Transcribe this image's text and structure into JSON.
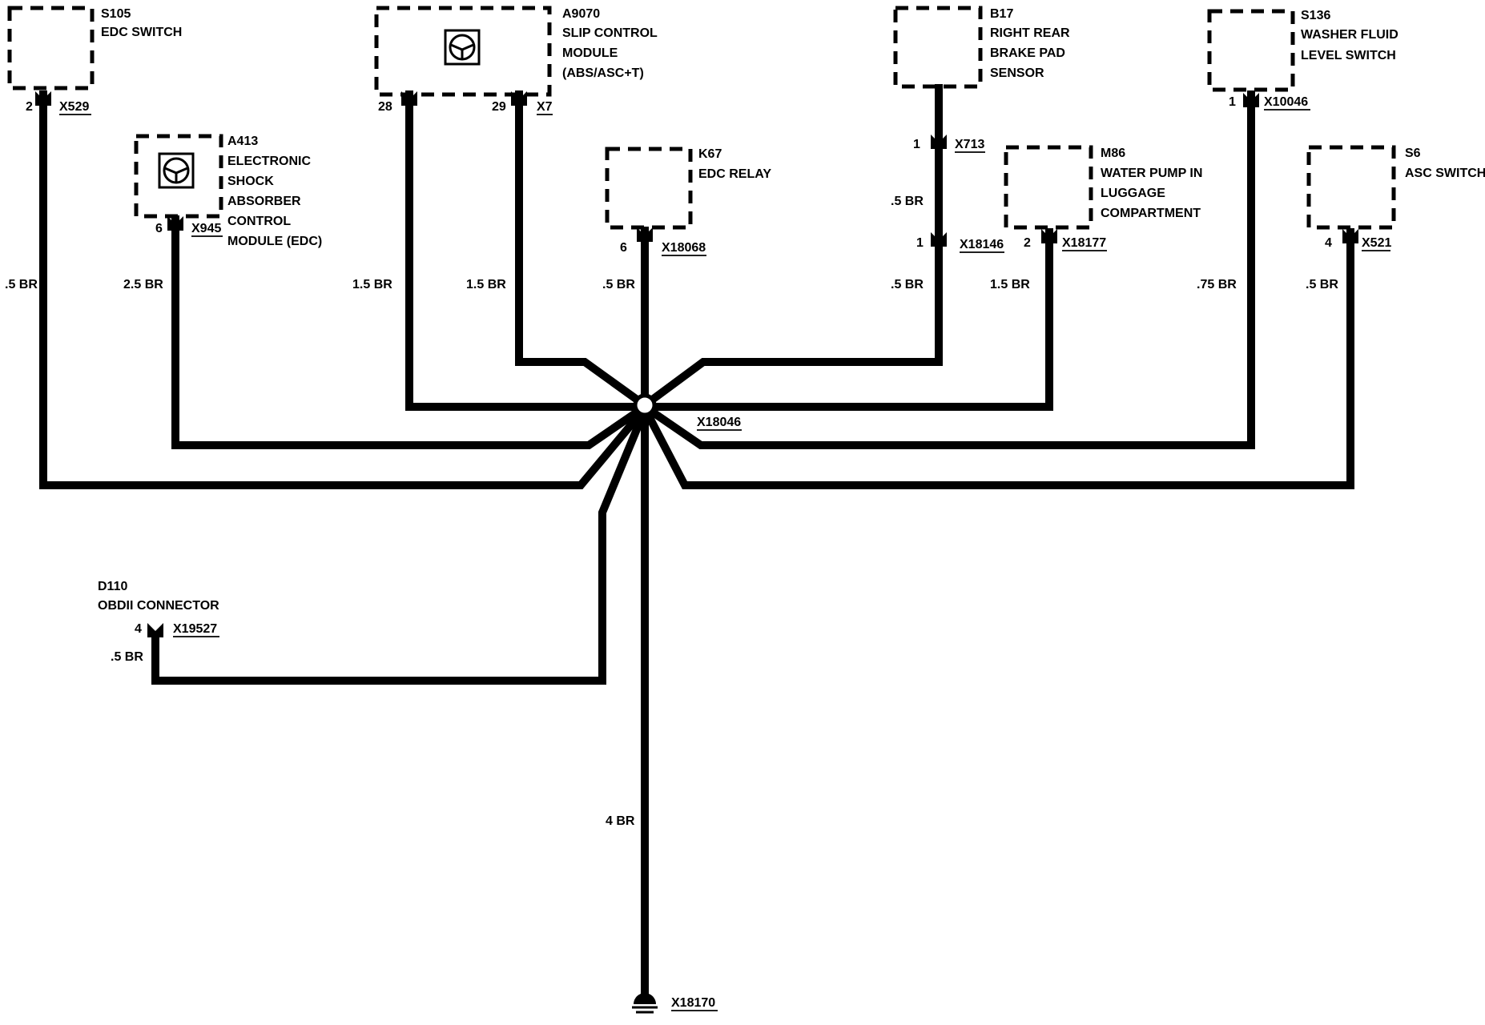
{
  "components": [
    {
      "id": "S105",
      "lines": [
        "EDC SWITCH"
      ]
    },
    {
      "id": "A9070",
      "lines": [
        "SLIP CONTROL",
        "MODULE",
        "(ABS/ASC+T)"
      ]
    },
    {
      "id": "A413",
      "lines": [
        "ELECTRONIC",
        "SHOCK",
        "ABSORBER",
        "CONTROL",
        "MODULE (EDC)"
      ]
    },
    {
      "id": "K67",
      "lines": [
        "EDC RELAY"
      ]
    },
    {
      "id": "B17",
      "lines": [
        "RIGHT REAR",
        "BRAKE PAD",
        "SENSOR"
      ]
    },
    {
      "id": "M86",
      "lines": [
        "WATER PUMP IN",
        "LUGGAGE",
        "COMPARTMENT"
      ]
    },
    {
      "id": "S136",
      "lines": [
        "WASHER FLUID",
        "LEVEL SWITCH"
      ]
    },
    {
      "id": "S6",
      "lines": [
        "ASC SWITCH"
      ]
    },
    {
      "id": "D110",
      "lines": [
        "OBDII CONNECTOR"
      ]
    }
  ],
  "connectors": [
    {
      "pin": "2",
      "name": "X529"
    },
    {
      "pin": "6",
      "name": "X945"
    },
    {
      "pin": "28",
      "name": ""
    },
    {
      "pin": "29",
      "name": "X7"
    },
    {
      "pin": "6",
      "name": "X18068"
    },
    {
      "pin": "1",
      "name": "X713"
    },
    {
      "pin": "1",
      "name": "X18146"
    },
    {
      "pin": "2",
      "name": "X18177"
    },
    {
      "pin": "1",
      "name": "X10046"
    },
    {
      "pin": "4",
      "name": "X521"
    },
    {
      "pin": "4",
      "name": "X19527"
    }
  ],
  "wires": [
    ".5 BR",
    "2.5 BR",
    "1.5 BR",
    "1.5 BR",
    ".5 BR",
    ".5 BR",
    ".5 BR",
    "1.5 BR",
    ".75 BR",
    ".5 BR",
    ".5 BR",
    "4 BR"
  ],
  "splice": {
    "name": "X18046"
  },
  "ground": {
    "name": "X18170"
  }
}
